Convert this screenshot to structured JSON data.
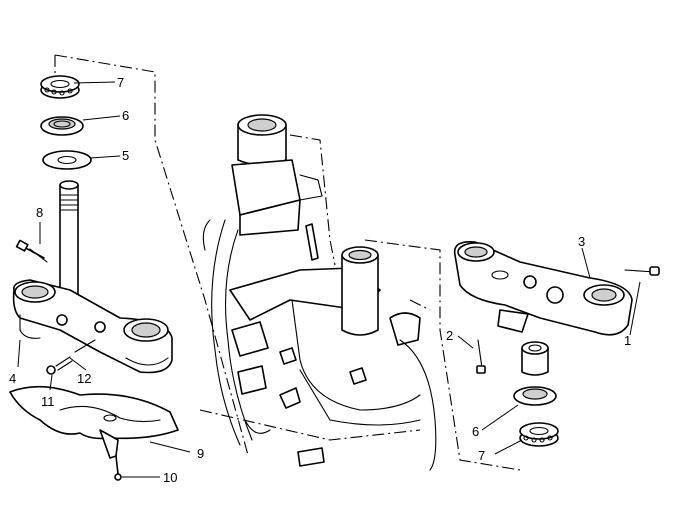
{
  "callouts": {
    "c1": "1",
    "c2": "2",
    "c3": "3",
    "c4": "4",
    "c5": "5",
    "c6_top": "6",
    "c6_bottom": "6",
    "c7_top": "7",
    "c7_bottom": "7",
    "c8": "8",
    "c9": "9",
    "c10": "10",
    "c11": "11",
    "c12": "12"
  }
}
